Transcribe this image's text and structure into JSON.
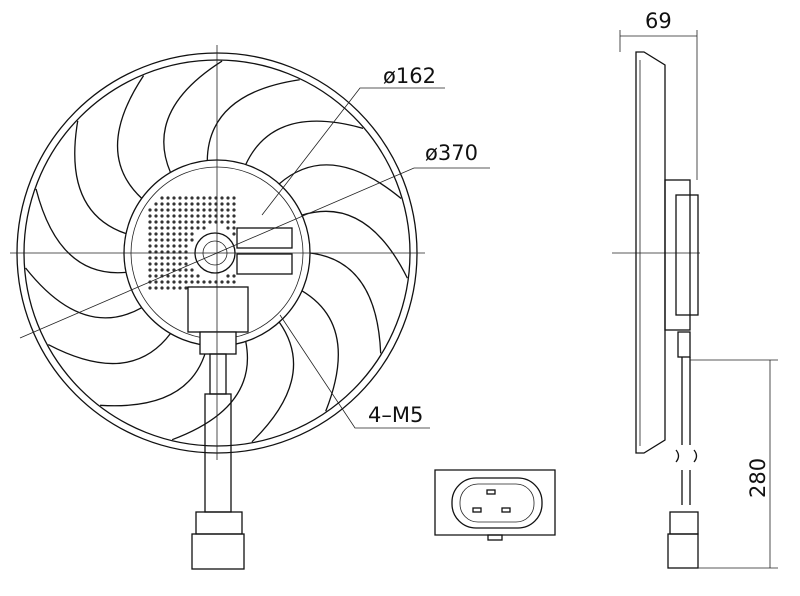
{
  "dimensions": {
    "width_side": "69",
    "hub_diameter": "ø162",
    "fan_diameter": "ø370",
    "mount_screws": "4–M5",
    "cable_length": "280"
  }
}
